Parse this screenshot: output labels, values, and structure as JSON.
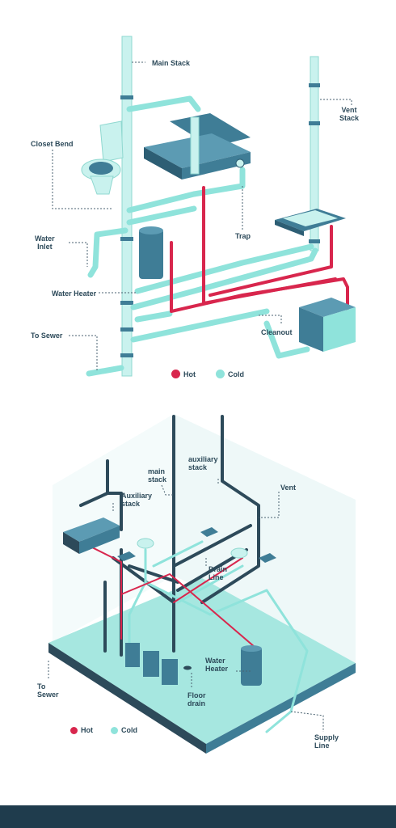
{
  "colors": {
    "hot": "#d8264d",
    "cold": "#8fe3db",
    "dark": "#2d4a5a",
    "teal": "#3f7d96",
    "footer": "#1f3c4d"
  },
  "top_diagram": {
    "labels": {
      "main_stack": "Main Stack",
      "closet_bend": "Closet Bend",
      "vent_stack": "Vent\nStack",
      "water_inlet": "Water\nInlet",
      "trap": "Trap",
      "water_heater": "Water Heater",
      "cleanout": "Cleanout",
      "to_sewer": "To Sewer"
    },
    "legend": {
      "hot": "Hot",
      "cold": "Cold"
    }
  },
  "bottom_diagram": {
    "labels": {
      "auxiliary_stack_right": "auxiliary\nstack",
      "main_stack": "main\nstack",
      "auxiliary_stack_left": "Auxiliary\nstack",
      "vent": "Vent",
      "drain_line": "Drain\nLine",
      "water_heater": "Water\nHeater",
      "to_sewer": "To\nSewer",
      "floor_drain": "Floor\ndrain",
      "supply_line": "Supply\nLine"
    },
    "legend": {
      "hot": "Hot",
      "cold": "Cold"
    }
  }
}
